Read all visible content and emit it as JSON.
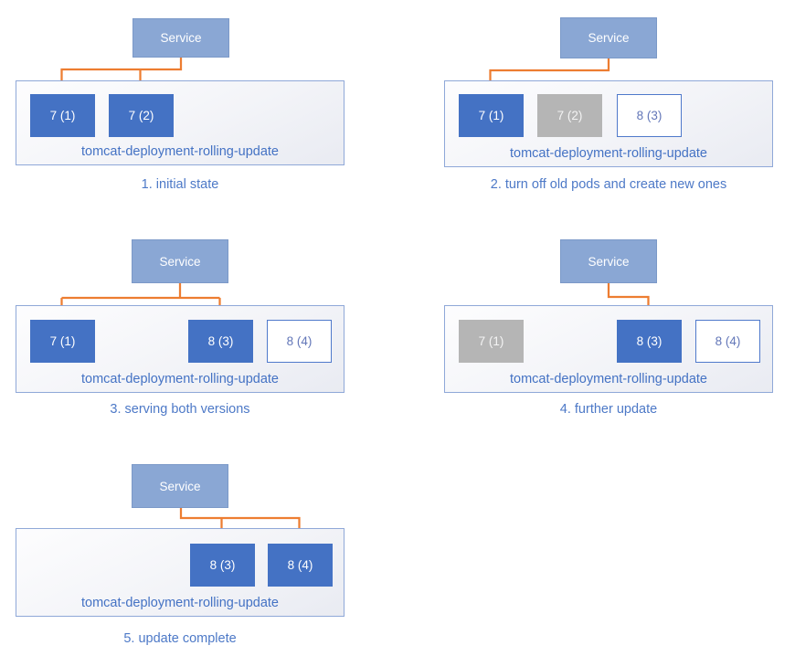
{
  "diagram": {
    "subject": "tomcat rolling update stages",
    "colors": {
      "pod_active": "#4472c4",
      "pod_terminated": "#b5b5b5",
      "pod_creating_border": "#4f79cb",
      "service_fill": "#8aa7d4",
      "arrow": "#ed7d31",
      "label_text": "#4472c4"
    }
  },
  "panels": [
    {
      "caption": "1. initial state",
      "service_label": "Service",
      "deployment_label": "tomcat-deployment-rolling-update",
      "pods": [
        {
          "label": "7 (1)",
          "status": "active"
        },
        {
          "label": "7 (2)",
          "status": "active"
        }
      ]
    },
    {
      "caption": "2. turn off old pods and create new ones",
      "service_label": "Service",
      "deployment_label": "tomcat-deployment-rolling-update",
      "pods": [
        {
          "label": "7 (1)",
          "status": "active"
        },
        {
          "label": "7 (2)",
          "status": "terminated"
        },
        {
          "label": "8 (3)",
          "status": "creating"
        }
      ]
    },
    {
      "caption": "3. serving both versions",
      "service_label": "Service",
      "deployment_label": "tomcat-deployment-rolling-update",
      "pods": [
        {
          "label": "7 (1)",
          "status": "active"
        },
        {
          "label": "8 (3)",
          "status": "active"
        },
        {
          "label": "8 (4)",
          "status": "creating"
        }
      ]
    },
    {
      "caption": "4. further update",
      "service_label": "Service",
      "deployment_label": "tomcat-deployment-rolling-update",
      "pods": [
        {
          "label": "7 (1)",
          "status": "terminated"
        },
        {
          "label": "8 (3)",
          "status": "active"
        },
        {
          "label": "8 (4)",
          "status": "creating"
        }
      ]
    },
    {
      "caption": "5. update complete",
      "service_label": "Service",
      "deployment_label": "tomcat-deployment-rolling-update",
      "pods": [
        {
          "label": "8 (3)",
          "status": "active"
        },
        {
          "label": "8 (4)",
          "status": "active"
        }
      ]
    }
  ]
}
